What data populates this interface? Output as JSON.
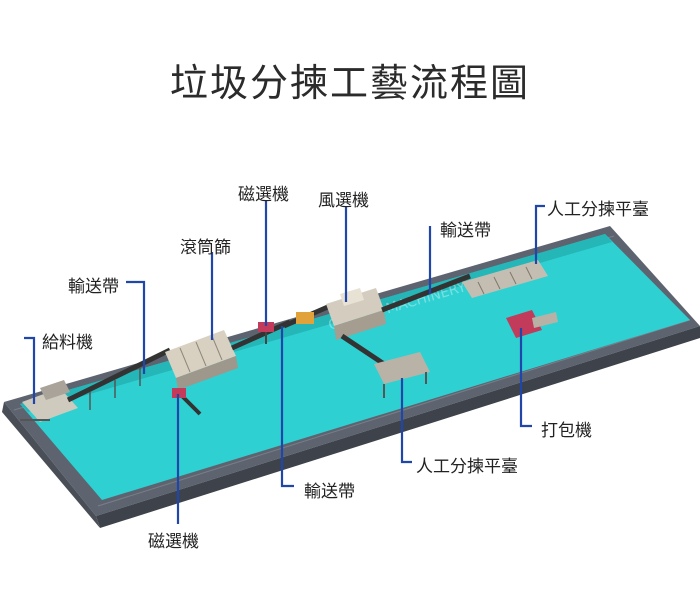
{
  "title": "垃圾分揀工藝流程圖",
  "colors": {
    "leader": "#1f46a8",
    "floor": "#2fd0d2",
    "wall": "#6b7280",
    "machine": "#c9c3b6",
    "conveyor": "#3b3b3b"
  },
  "labels": {
    "feeder": "給料機",
    "conveyor_1": "輸送帶",
    "trommel": "滾筒篩",
    "magnetic_top": "磁選機",
    "air_separator": "風選機",
    "conveyor_top_right": "輸送帶",
    "sorting_platform_top": "人工分揀平臺",
    "baler": "打包機",
    "sorting_platform_bottom": "人工分揀平臺",
    "conveyor_bottom": "輸送帶",
    "magnetic_bottom": "磁選機"
  },
  "watermark": "GUOXIN MACHINERY"
}
